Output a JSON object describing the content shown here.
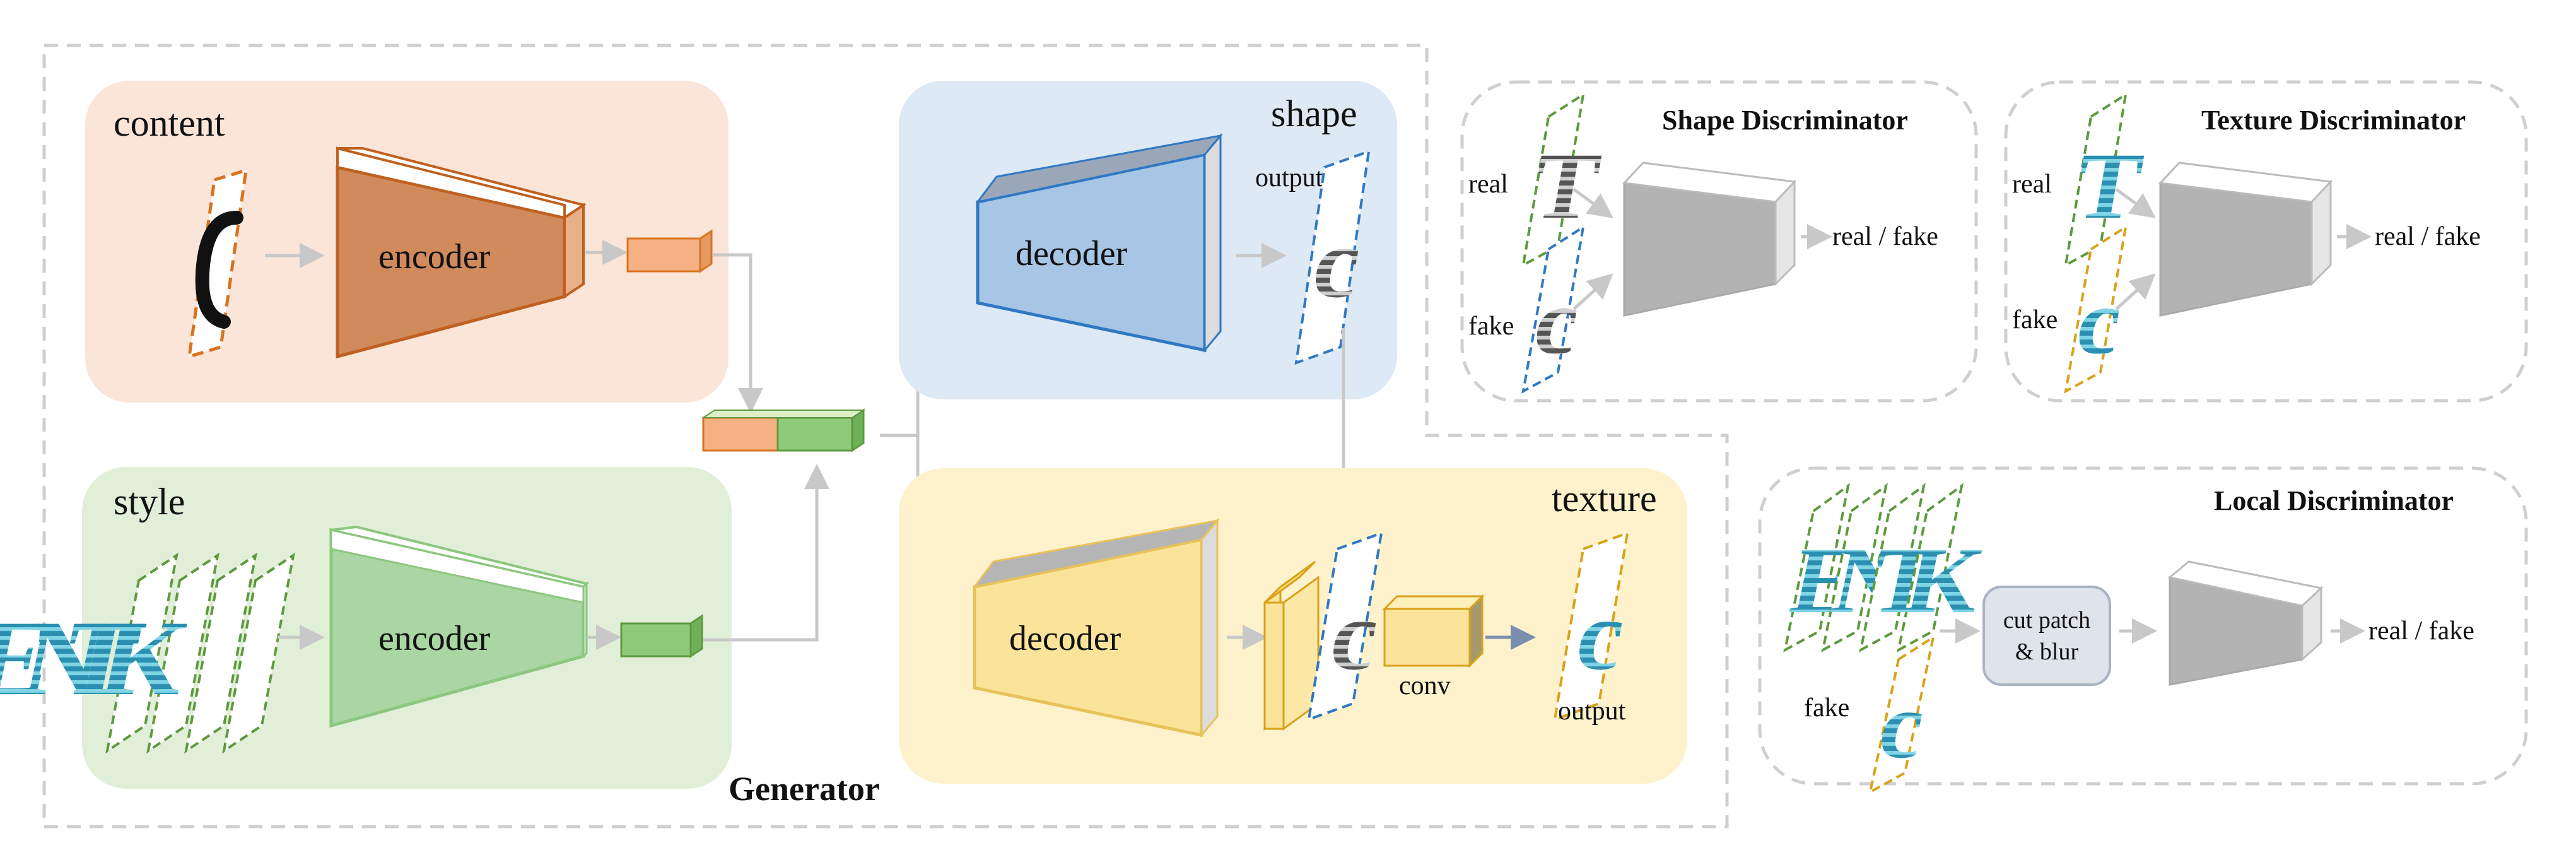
{
  "generator": {
    "title": "Generator",
    "content_box": {
      "label": "content",
      "encoder_label": "encoder"
    },
    "style_box": {
      "label": "style",
      "encoder_label": "encoder"
    },
    "shape_box": {
      "label": "shape",
      "decoder_label": "decoder",
      "output_label": "output"
    },
    "texture_box": {
      "label": "texture",
      "decoder_label": "decoder",
      "conv_label": "conv",
      "output_label": "output"
    }
  },
  "shape_discriminator": {
    "title": "Shape Discriminator",
    "real_label": "real",
    "fake_label": "fake",
    "output_label": "real / fake"
  },
  "texture_discriminator": {
    "title": "Texture Discriminator",
    "real_label": "real",
    "fake_label": "fake",
    "output_label": "real / fake"
  },
  "local_discriminator": {
    "title": "Local Discriminator",
    "fake_label": "fake",
    "cut_patch_line1": "cut patch",
    "cut_patch_line2": "& blur",
    "output_label": "real / fake"
  },
  "colors": {
    "content_bg": "#fae5d8",
    "style_bg": "#e1efd9",
    "shape_bg": "#dde9f5",
    "texture_bg": "#fdf2cc",
    "content_encoder": "#d08a5c",
    "style_encoder": "#a9d6a2",
    "shape_decoder": "#a7c5e4",
    "texture_decoder": "#fbe49a",
    "discriminator": "#b3b3b3",
    "orange_dash": "#d9731f",
    "green_dash": "#5d9a3e",
    "blue_dash": "#2f78c4",
    "yellow_dash": "#d8a21a"
  }
}
